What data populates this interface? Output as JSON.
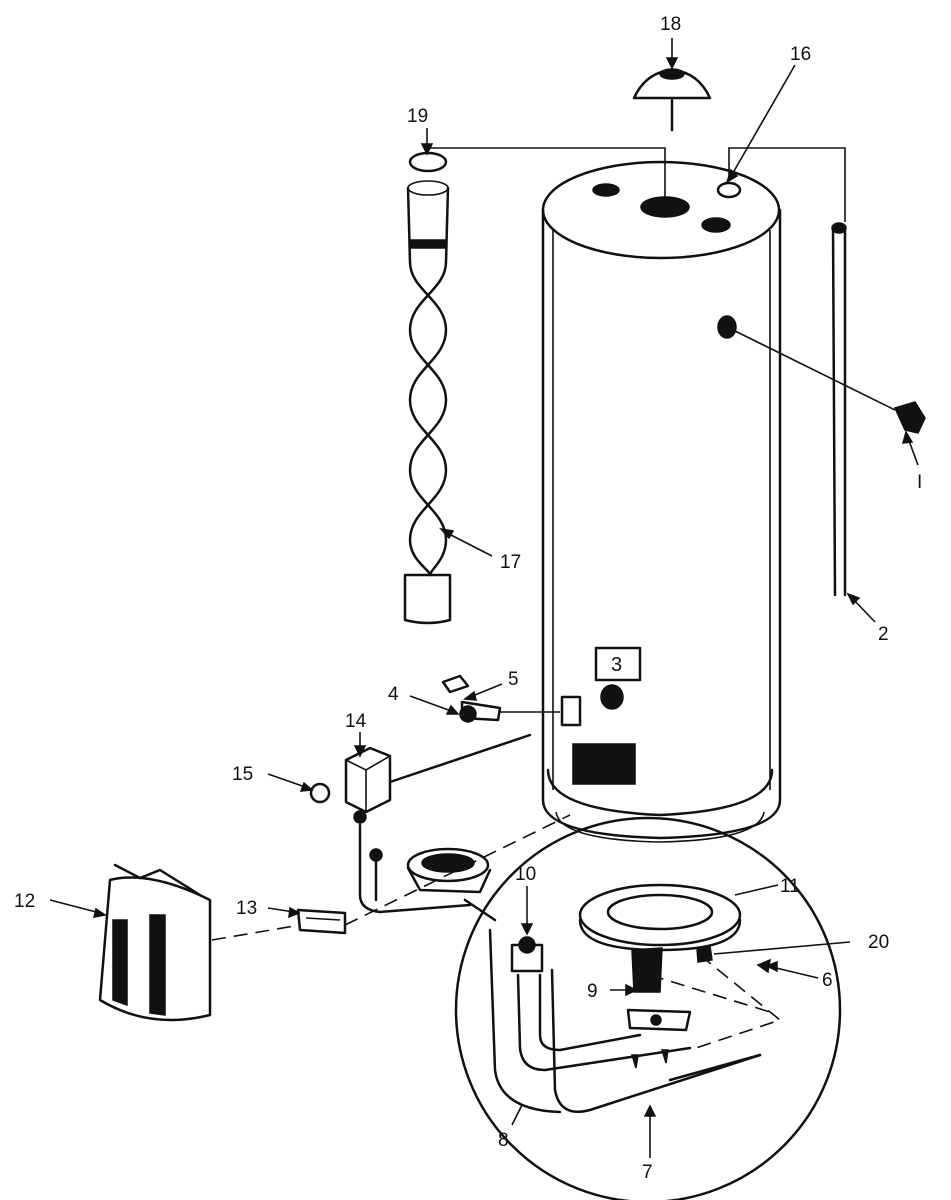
{
  "callouts": [
    {
      "id": "1",
      "text": "I"
    },
    {
      "id": "2",
      "text": "2"
    },
    {
      "id": "3",
      "text": "3"
    },
    {
      "id": "4",
      "text": "4"
    },
    {
      "id": "5",
      "text": "5"
    },
    {
      "id": "6",
      "text": "6"
    },
    {
      "id": "7",
      "text": "7"
    },
    {
      "id": "8",
      "text": "8"
    },
    {
      "id": "9",
      "text": "9"
    },
    {
      "id": "10",
      "text": "10"
    },
    {
      "id": "11",
      "text": "11"
    },
    {
      "id": "12",
      "text": "12"
    },
    {
      "id": "13",
      "text": "13"
    },
    {
      "id": "14",
      "text": "14"
    },
    {
      "id": "15",
      "text": "15"
    },
    {
      "id": "16",
      "text": "16"
    },
    {
      "id": "17",
      "text": "17"
    },
    {
      "id": "18",
      "text": "18"
    },
    {
      "id": "19",
      "text": "19"
    },
    {
      "id": "20",
      "text": "20"
    }
  ]
}
